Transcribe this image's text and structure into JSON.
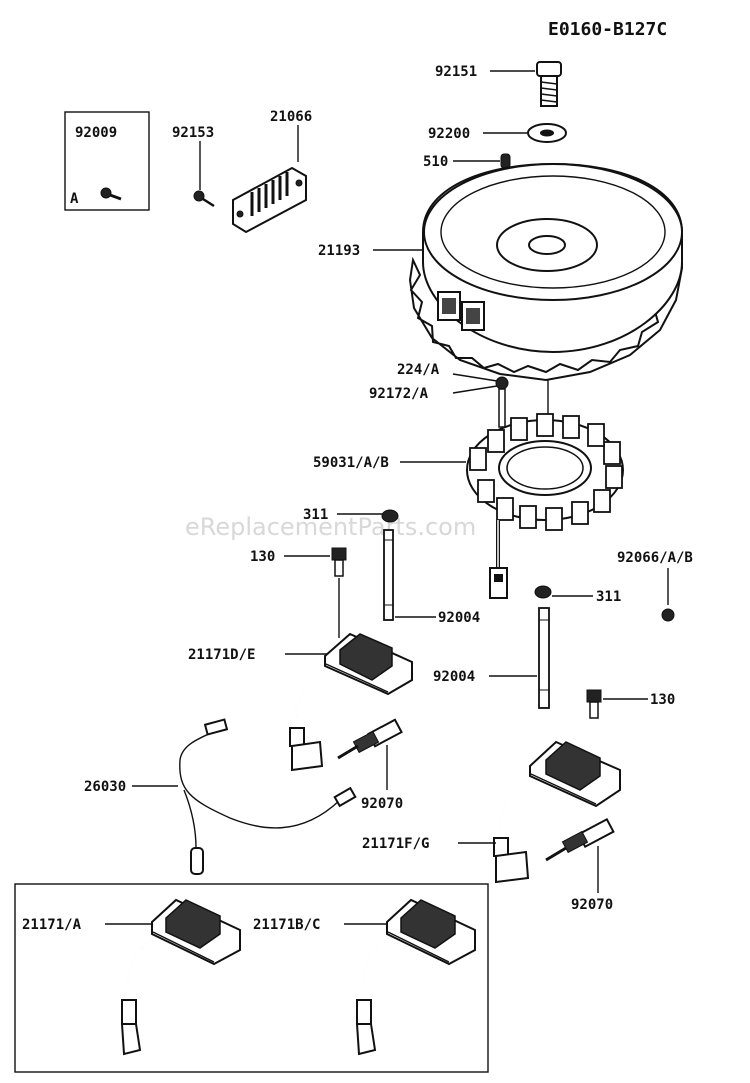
{
  "diagram_code": "E0160-B127C",
  "watermark": "eReplacementParts.com",
  "inset_a_letter": "A",
  "labels": {
    "p92009": "92009",
    "p92153": "92153",
    "p21066": "21066",
    "p92151": "92151",
    "p92200": "92200",
    "p510": "510",
    "p21193": "21193",
    "p224a": "224/A",
    "p92172a": "92172/A",
    "p59031": "59031/A/B",
    "p311a": "311",
    "p130a": "130",
    "p92066": "92066/A/B",
    "p92004a": "92004",
    "p311b": "311",
    "p21171de": "21171D/E",
    "p92004b": "92004",
    "p130b": "130",
    "p26030": "26030",
    "p92070a": "92070",
    "p21171fg": "21171F/G",
    "p92070b": "92070",
    "p21171a": "21171/A",
    "p21171bc": "21171B/C"
  }
}
